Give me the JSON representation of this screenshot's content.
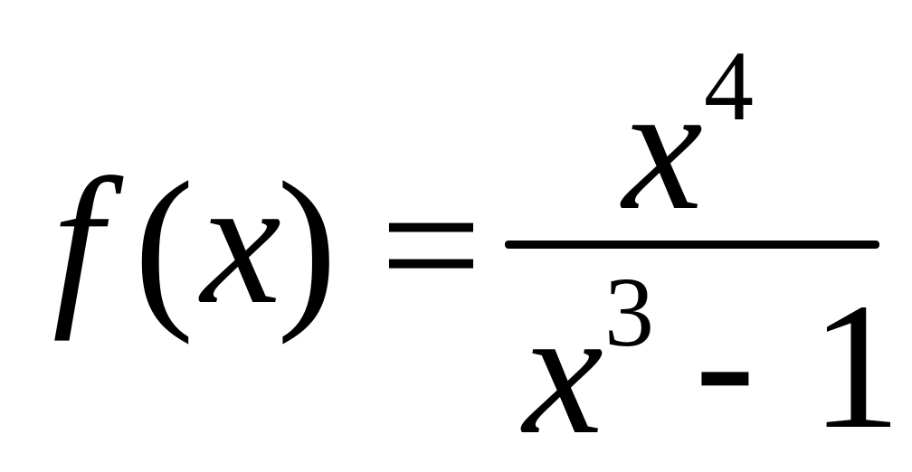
{
  "equation": {
    "lhs": {
      "function_name": "f",
      "open_paren": "(",
      "argument": "x",
      "close_paren": ")"
    },
    "equals": "=",
    "numerator": {
      "base": "x",
      "exponent": "4"
    },
    "denominator": {
      "base": "x",
      "exponent": "3",
      "operator": "-",
      "constant": "1"
    }
  }
}
